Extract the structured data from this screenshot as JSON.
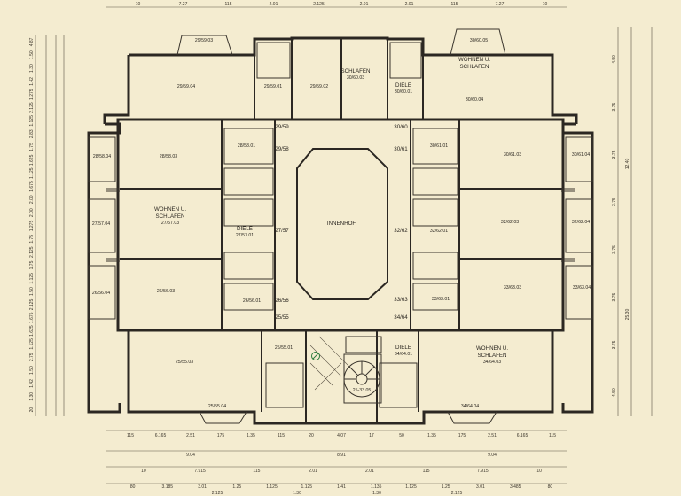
{
  "page": {
    "background": "#f4ecd0",
    "ink": "#2b2722"
  },
  "labels": {
    "schlafen_top": "SCHLAFEN",
    "schlafen_top_id": "30/60.03",
    "diele_top": "DIELE",
    "diele_top_id": "30/60.01",
    "r29_59_03": "29/59.03",
    "r29_59_04": "29/59.04",
    "r29_59_01": "29/59.01",
    "r29_59_02": "29/59.02",
    "r30_60_05": "30/60.05",
    "wohnen_ne": "WOHNEN U.",
    "schlafen_ne": "SCHLAFEN",
    "r30_60_04": "30/60.04",
    "r29_59": "29/59",
    "r30_60": "30/60",
    "r29_58": "29/58",
    "r30_61": "30/61",
    "r28_58_01": "28/58.01",
    "r28_58_04": "28/58.04",
    "r28_58_03": "28/58.03",
    "r30_61_01": "30/61.01",
    "r30_61_03": "30/61.03",
    "r30_61_04": "30/61.04",
    "wohnen_w": "WOHNEN U.",
    "schlafen_w": "SCHLAFEN",
    "r27_57_03": "27/57.03",
    "r27_57_04": "27/57.04",
    "r27_57": "27/57",
    "diele_w": "DIELE",
    "r27_57_01": "27/57.01",
    "innenhof": "INNENHOF",
    "r32_62": "32/62",
    "r32_62_01": "32/62.01",
    "r32_62_03": "32/62.03",
    "r32_62_04": "32/62.04",
    "r26_56_03": "26/56.03",
    "r26_56_04": "26/56.04",
    "r26_56_01": "26/56.01",
    "r26_56": "26/56",
    "r33_63": "33/63",
    "r33_63_01": "33/63.01",
    "r33_63_03": "33/63.03",
    "r33_63_04": "33/63.04",
    "r25_55": "25/55",
    "r34_64": "34/64",
    "r25_55_01": "25/55.01",
    "r25_55_03": "25/55.03",
    "r25_55_04": "25/55.04",
    "diele_se": "DIELE",
    "r34_64_01": "34/64.01",
    "wohnen_se": "WOHNEN U.",
    "schlafen_se": "SCHLAFEN",
    "r34_64_03": "34/64.03",
    "r34_64_04": "34/64.04",
    "stair": "25-33.05"
  },
  "dims": {
    "top": [
      "10",
      "7.27",
      "115",
      "2.01",
      "2.125",
      "2.01",
      "2.01",
      "115",
      "7.27",
      "10"
    ],
    "bottom1": [
      "115",
      "6.165",
      "2.51",
      "175",
      "1.35",
      "115",
      "20",
      "4.07",
      "17",
      "50",
      "1.35",
      "175",
      "2.51",
      "6.165",
      "115"
    ],
    "bottom2": [
      "9.04",
      "8.91",
      "9.04"
    ],
    "bottom3": [
      "10",
      "7.915",
      "115",
      "2.01",
      "2.01",
      "115",
      "7.915",
      "10"
    ],
    "bottom4": [
      "80",
      "3.185",
      "3.01",
      "1.25",
      "1.125",
      "1.125",
      "1.41",
      "1.135",
      "1.125",
      "1.25",
      "3.01",
      "3.485",
      "80"
    ],
    "bottom5": [
      "2.125",
      "1.30",
      "1.30",
      "2.125"
    ],
    "right": [
      "4.50",
      "3.75",
      "3.75",
      "3.75",
      "3.75",
      "3.75",
      "3.75",
      "4.50"
    ],
    "right_total": [
      "12.40",
      "25.30"
    ],
    "left": [
      "4.87",
      "1.50",
      "1.30",
      "1.42",
      "1.275",
      "2.125",
      "1.125",
      "2.83",
      "1.75",
      "1.625",
      "1.125",
      "1.675",
      "2.00",
      "2.00",
      "1.275",
      "1.75",
      "2.125",
      "1.75",
      "1.125",
      "1.50",
      "2.125",
      "1.675",
      "1.625",
      "1.125",
      "2.75",
      "1.50",
      "1.42",
      "1.30",
      "20"
    ]
  }
}
